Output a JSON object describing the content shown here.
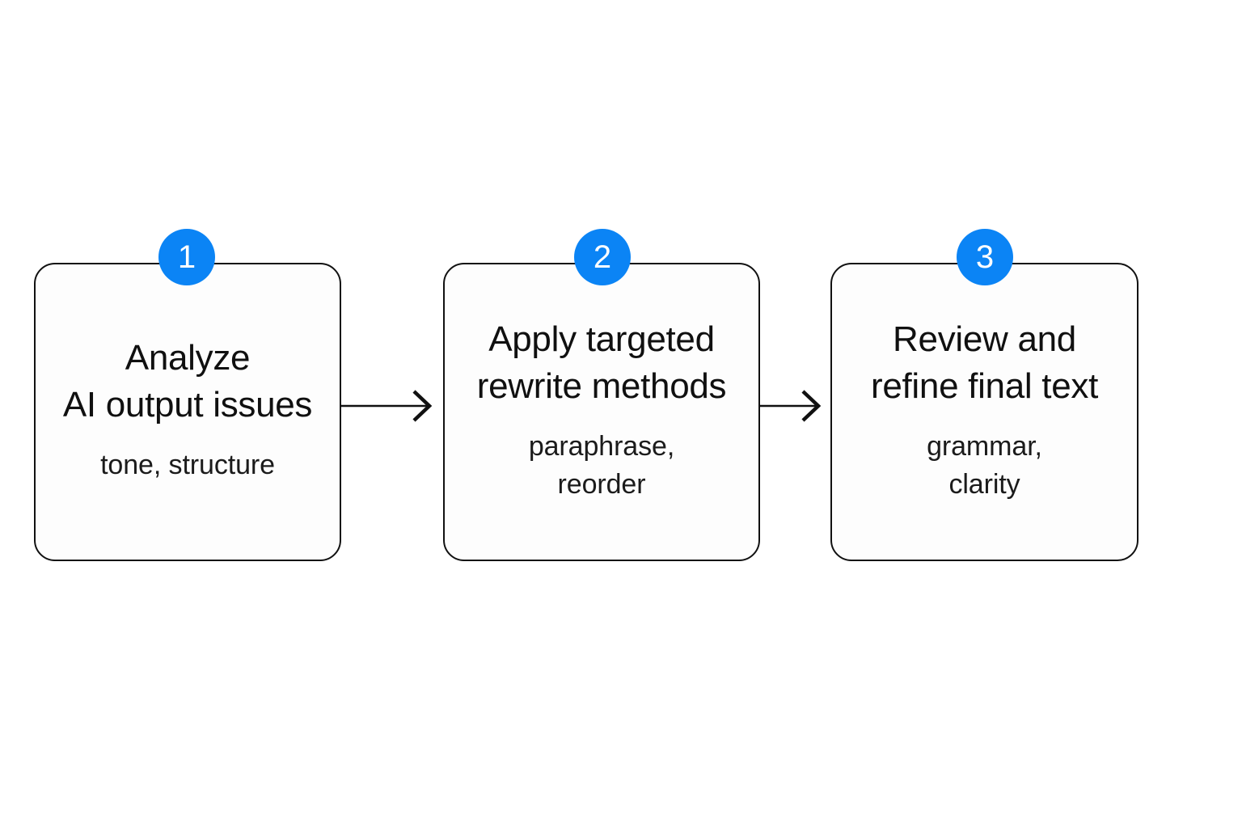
{
  "diagram": {
    "type": "horizontal-process-flow",
    "background_color": "#ffffff",
    "accent_color": "#0b84f5",
    "box_border_color": "#111111",
    "box_fill_color": "#fdfdfd",
    "text_color": "#101010",
    "steps": [
      {
        "number": "1",
        "title": "Analyze\nAI output issues",
        "subtitle": "tone, structure"
      },
      {
        "number": "2",
        "title": "Apply targeted\nrewrite methods",
        "subtitle": "paraphrase,\nreorder"
      },
      {
        "number": "3",
        "title": "Review and\nrefine final text",
        "subtitle": "grammar,\nclarity"
      }
    ],
    "connectors": [
      {
        "from": "1",
        "to": "2",
        "icon": "arrow-right-icon"
      },
      {
        "from": "2",
        "to": "3",
        "icon": "arrow-right-icon"
      }
    ]
  }
}
